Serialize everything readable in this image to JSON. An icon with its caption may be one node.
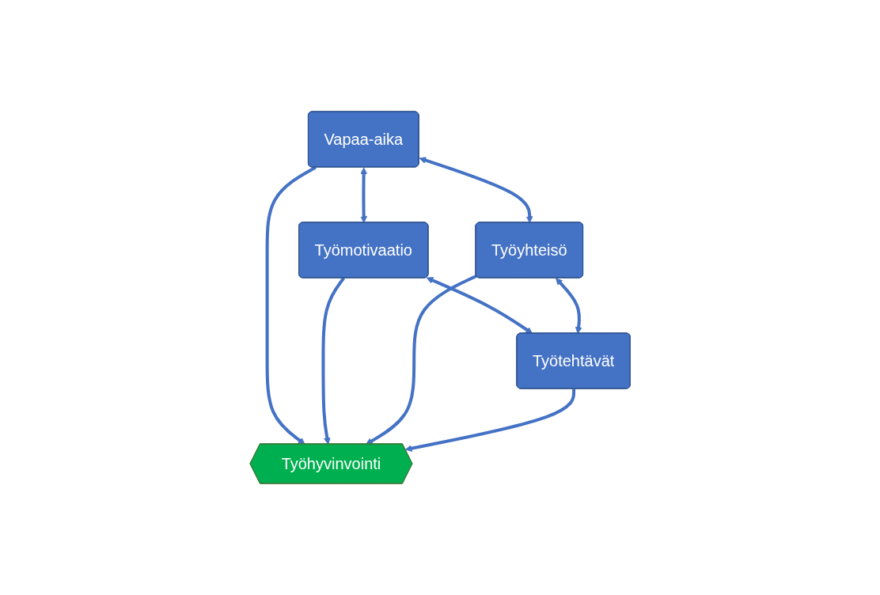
{
  "diagram": {
    "nodes": [
      {
        "text": [
          "Vapaa-aika"
        ]
      },
      {
        "text": [
          "Työmotivaatio"
        ]
      },
      {
        "text": [
          "Työhyvinvointi"
        ]
      },
      {
        "text": [
          "Työyhteisö"
        ]
      },
      {
        "text": [
          "Työtehtävät"
        ]
      }
    ],
    "edges": [
      {
        "from": 0,
        "to": 1,
        "arrow": "both"
      },
      {
        "from": 0,
        "to": 3,
        "arrow": "both"
      },
      {
        "from": 0,
        "to": 2,
        "arrow": "to"
      },
      {
        "from": 1,
        "to": 2,
        "arrow": "to"
      },
      {
        "from": 3,
        "to": 2,
        "arrow": "to"
      },
      {
        "from": 4,
        "to": 2,
        "arrow": "to"
      },
      {
        "from": 1,
        "to": 4,
        "arrow": "both"
      },
      {
        "from": 3,
        "to": 4,
        "arrow": "both"
      }
    ]
  }
}
